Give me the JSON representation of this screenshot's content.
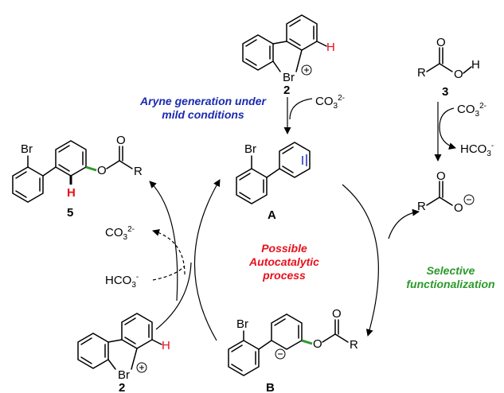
{
  "compound_2_top": {
    "number": "2",
    "br": "Br",
    "h": "H"
  },
  "compound_2_bottom": {
    "number": "2",
    "br": "Br",
    "h": "H"
  },
  "acid_3": {
    "number": "3",
    "r": "R",
    "o": "O",
    "h": "H"
  },
  "aryne_A": {
    "label": "A",
    "br": "Br"
  },
  "intermediate_B": {
    "label": "B",
    "br": "Br",
    "o": "O",
    "r": "R"
  },
  "product_5": {
    "number": "5",
    "br": "Br",
    "h": "H",
    "o": "O",
    "r": "R"
  },
  "reagents": {
    "co3_main": "CO",
    "co3_sub": "3",
    "co3_sup": "2-",
    "hco3_main": "HCO",
    "hco3_sub": "3",
    "hco3_sup": "-"
  },
  "notes": {
    "aryne_line1": "Aryne generation under",
    "aryne_line2": "mild conditions",
    "auto_line1": "Possible",
    "auto_line2": "Autocatalytic",
    "auto_line3": "process",
    "sel_line1": "Selective",
    "sel_line2": "functionalization"
  },
  "colors": {
    "blue_note": "#1a2ab0",
    "red_note": "#e8101c",
    "green_note": "#2a9a2a",
    "highlight_h": "#e8101c"
  }
}
